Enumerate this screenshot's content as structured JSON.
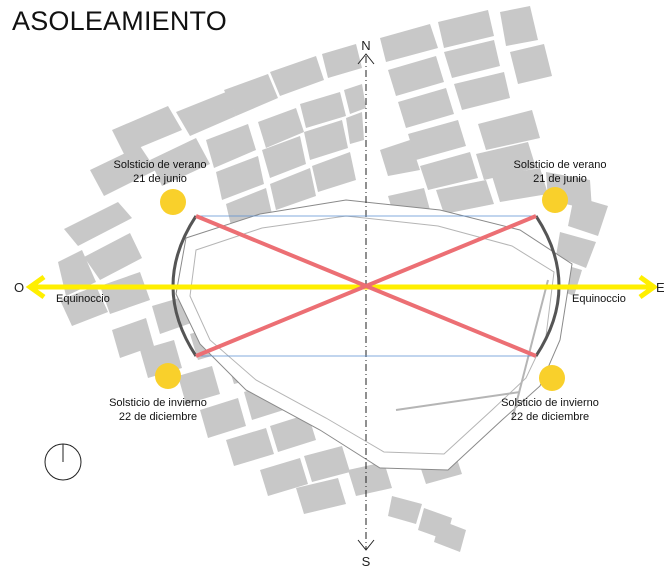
{
  "title": "ASOLEAMIENTO",
  "compass": {
    "north": "N",
    "south": "S",
    "west": "O",
    "east": "E"
  },
  "labels": {
    "summer_left_1": "Solsticio de verano",
    "summer_left_2": "21 de junio",
    "summer_right_1": "Solsticio de verano",
    "summer_right_2": "21 de junio",
    "winter_left_1": "Solsticio de invierno",
    "winter_left_2": "22 de diciembre",
    "winter_right_1": "Solsticio de invierno",
    "winter_right_2": "22 de diciembre",
    "equinox_left": "Equinoccio",
    "equinox_right": "Equinoccio"
  },
  "colors": {
    "block": "#c8c8c8",
    "sun": "#f9d02b",
    "equinox": "#ffef00",
    "solstice_line": "#ec6f74",
    "guide_line": "#5a8fd0",
    "arc": "#555555"
  }
}
